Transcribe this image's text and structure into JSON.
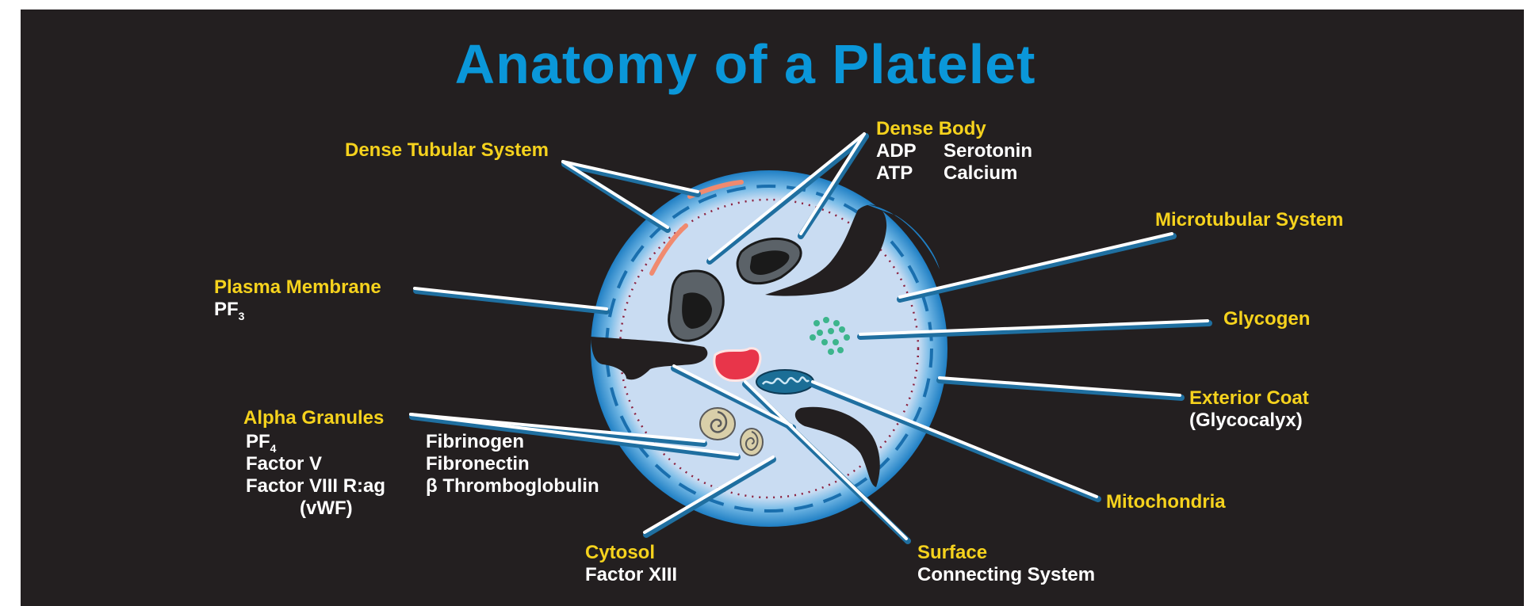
{
  "title": "Anatomy of a Platelet",
  "colors": {
    "background": "#231f20",
    "title": "#0a97d9",
    "label_heading": "#f5d21d",
    "label_detail": "#ffffff",
    "cell_fill": "#c9dcf2",
    "cell_rim": "#1f7fc4",
    "granule_dark": "#5b6268",
    "tubular": "#f08a6f",
    "glycogen": "#3cb58c",
    "mitochondria": "#1b6e96",
    "alpha_granule": "#d9cfa9"
  },
  "labels": {
    "dense_tubular": {
      "heading": "Dense Tubular System"
    },
    "dense_body": {
      "heading": "Dense Body",
      "col1": [
        "ADP",
        "ATP"
      ],
      "col2": [
        "Serotonin",
        "Calcium"
      ]
    },
    "microtubular": {
      "heading": "Microtubular System"
    },
    "plasma_membrane": {
      "heading": "Plasma Membrane",
      "detail": "PF",
      "detail_sub": "3"
    },
    "glycogen": {
      "heading": "Glycogen"
    },
    "exterior_coat": {
      "heading": "Exterior Coat",
      "detail": "(Glycocalyx)"
    },
    "alpha_granules": {
      "heading": "Alpha Granules",
      "pf": "PF",
      "pf_sub": "4",
      "col1": [
        "Factor V",
        "Factor VIII R:ag",
        "(vWF)"
      ],
      "col2": [
        "Fibrinogen",
        "Fibronectin",
        "β Thromboglobulin"
      ]
    },
    "mitochondria": {
      "heading": "Mitochondria"
    },
    "cytosol": {
      "heading": "Cytosol",
      "detail": "Factor XIII"
    },
    "surface": {
      "heading": "Surface",
      "detail": "Connecting System"
    }
  }
}
